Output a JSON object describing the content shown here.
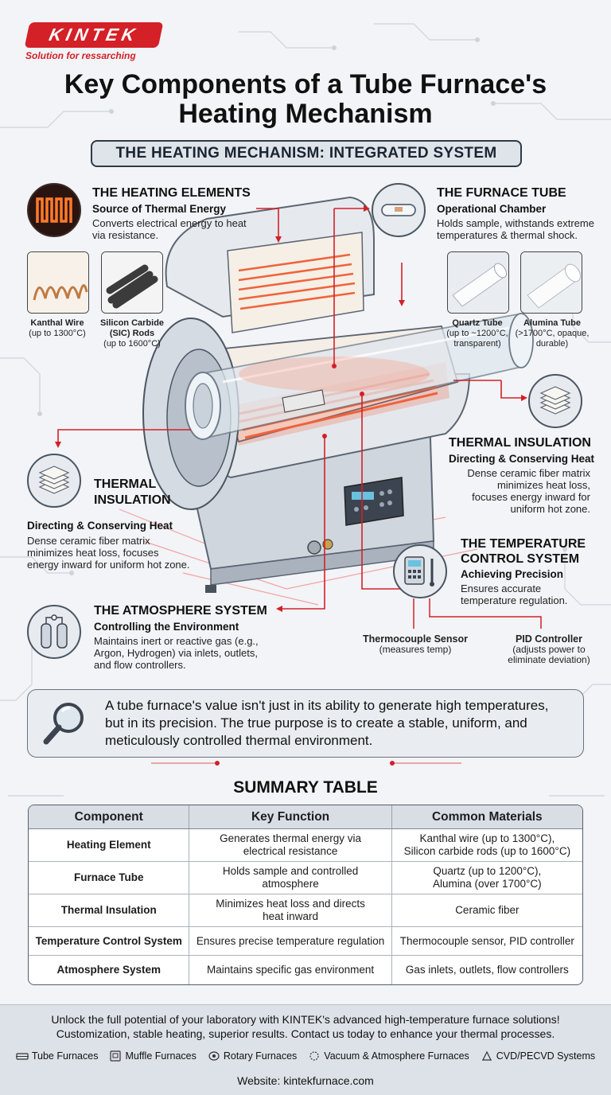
{
  "brand": {
    "name": "KINTEK",
    "tagline": "Solution for ressarching"
  },
  "title_line1": "Key Components of a Tube Furnace's",
  "title_line2": "Heating Mechanism",
  "subtitle": "THE HEATING MECHANISM: INTEGRATED SYSTEM",
  "heating_elements": {
    "title": "THE HEATING ELEMENTS",
    "subtitle": "Source of Thermal Energy",
    "desc_line1": "Converts electrical energy to heat",
    "desc_line2": "via resistance.",
    "kanthal": {
      "name": "Kanthal Wire",
      "detail": "(up to 1300°C)"
    },
    "sic": {
      "name_line1": "Silicon Carbide",
      "name_line2": "(SIC) Rods",
      "detail": "(up to 1600°C)"
    }
  },
  "furnace_tube": {
    "title": "THE FURNACE TUBE",
    "subtitle": "Operational Chamber",
    "desc_line1": "Holds sample, withstands extreme",
    "desc_line2": "temperatures & thermal shock.",
    "quartz": {
      "name": "Quartz Tube",
      "detail_line1": "(up to ~1200°C,",
      "detail_line2": "transparent)"
    },
    "alumina": {
      "name": "Alumina Tube",
      "detail_line1": "(>1700°C, opaque,",
      "detail_line2": "durable)"
    }
  },
  "insulation_right": {
    "title": "THERMAL INSULATION",
    "subtitle": "Directing & Conserving Heat",
    "desc_line1": "Dense ceramic fiber matrix",
    "desc_line2": "minimizes heat loss,",
    "desc_line3": "focuses energy inward for",
    "desc_line4": "uniform hot zone."
  },
  "insulation_left": {
    "title_line1": "THERMAL",
    "title_line2": "INSULATION",
    "subtitle": "Directing & Conserving Heat",
    "desc_line1": "Dense ceramic fiber matrix",
    "desc_line2": "minimizes heat loss, focuses",
    "desc_line3": "energy inward for uniform hot zone."
  },
  "temp_control": {
    "title_line1": "THE TEMPERATURE",
    "title_line2": "CONTROL SYSTEM",
    "subtitle": "Achieving Precision",
    "desc_line1": "Ensures accurate",
    "desc_line2": "temperature regulation.",
    "thermocouple": {
      "name": "Thermocouple Sensor",
      "detail": "(measures temp)"
    },
    "pid": {
      "name": "PID Controller",
      "detail_line1": "(adjusts power to",
      "detail_line2": "eliminate deviation)"
    }
  },
  "atmosphere": {
    "title": "THE ATMOSPHERE SYSTEM",
    "subtitle": "Controlling the Environment",
    "desc_line1": "Maintains inert or reactive gas (e.g.,",
    "desc_line2": "Argon, Hydrogen) via inlets, outlets,",
    "desc_line3": "and flow controllers."
  },
  "callout": {
    "line1": "A tube furnace's value isn't just in its ability to generate high temperatures,",
    "line2": "but in its precision. The true purpose is to create a stable, uniform, and",
    "line3": "meticulously controlled thermal environment."
  },
  "summary": {
    "title": "SUMMARY TABLE",
    "headers": [
      "Component",
      "Key Function",
      "Common Materials"
    ],
    "rows": [
      {
        "component": "Heating Element",
        "function_l1": "Generates thermal energy via",
        "function_l2": "electrical resistance",
        "materials_l1": "Kanthal wire (up to 1300°C),",
        "materials_l2": "Silicon carbide rods (up to 1600°C)"
      },
      {
        "component": "Furnace Tube",
        "function_l1": "Holds sample and controlled",
        "function_l2": "atmosphere",
        "materials_l1": "Quartz (up to 1200°C),",
        "materials_l2": "Alumina (over 1700°C)"
      },
      {
        "component": "Thermal Insulation",
        "function_l1": "Minimizes heat loss and directs",
        "function_l2": "heat inward",
        "materials_l1": "Ceramic fiber",
        "materials_l2": ""
      },
      {
        "component": "Temperature Control System",
        "function_l1": "Ensures precise temperature regulation",
        "function_l2": "",
        "materials_l1": "Thermocouple sensor, PID controller",
        "materials_l2": ""
      },
      {
        "component": "Atmosphere System",
        "function_l1": "Maintains specific gas environment",
        "function_l2": "",
        "materials_l1": "Gas inlets, outlets, flow controllers",
        "materials_l2": ""
      }
    ]
  },
  "footer": {
    "line1": "Unlock the full potential of your laboratory with KINTEK's advanced high-temperature furnace solutions!",
    "line2": "Customization, stable heating, superior results. Contact us today to enhance your thermal processes.",
    "products": [
      "Tube Furnaces",
      "Muffle Furnaces",
      "Rotary Furnaces",
      "Vacuum & Atmosphere Furnaces",
      "CVD/PECVD Systems"
    ],
    "website": "Website: kintekfurnace.com"
  },
  "colors": {
    "brand_red": "#d42027",
    "heat_orange": "#f0643c",
    "frame_dark": "#2e3a47"
  }
}
